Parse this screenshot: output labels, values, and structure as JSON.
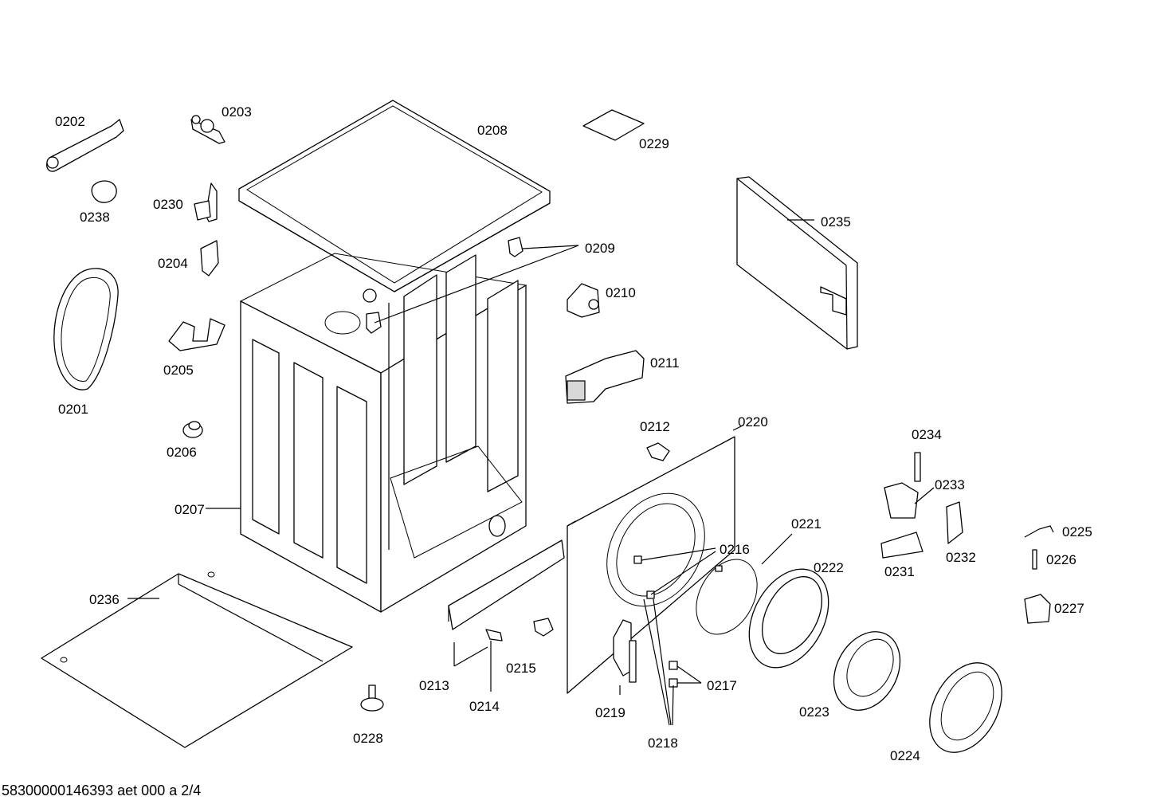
{
  "footer": "58300000146393 aet 000 a 2/4",
  "labels": {
    "p0201": "0201",
    "p0202": "0202",
    "p0203": "0203",
    "p0204": "0204",
    "p0205": "0205",
    "p0206": "0206",
    "p0207": "0207",
    "p0208": "0208",
    "p0209": "0209",
    "p0210": "0210",
    "p0211": "0211",
    "p0212": "0212",
    "p0213": "0213",
    "p0214": "0214",
    "p0215": "0215",
    "p0216": "0216",
    "p0217": "0217",
    "p0218": "0218",
    "p0219": "0219",
    "p0220": "0220",
    "p0221": "0221",
    "p0222": "0222",
    "p0223": "0223",
    "p0224": "0224",
    "p0225": "0225",
    "p0226": "0226",
    "p0227": "0227",
    "p0228": "0228",
    "p0229": "0229",
    "p0230": "0230",
    "p0231": "0231",
    "p0232": "0232",
    "p0233": "0233",
    "p0234": "0234",
    "p0235": "0235",
    "p0236": "0236",
    "p0238": "0238"
  }
}
